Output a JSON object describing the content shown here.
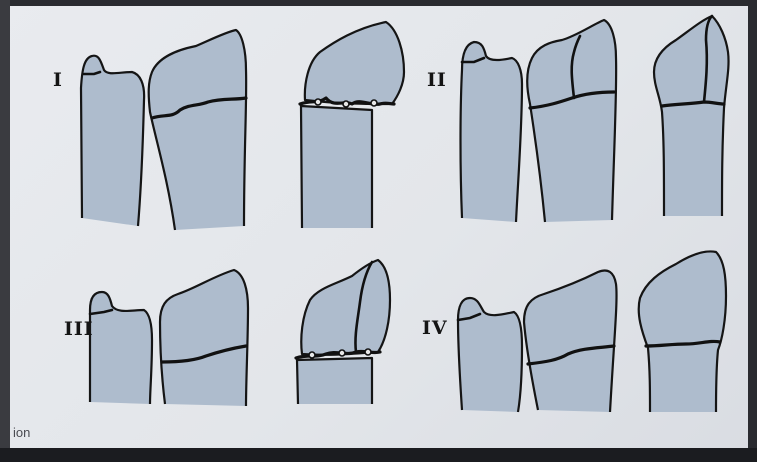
{
  "figure": {
    "labels": {
      "type_1": "I",
      "type_2": "II",
      "type_3": "III",
      "type_4": "IV"
    },
    "caption_fragment": "ion"
  },
  "colors": {
    "bone_fill": "#aebccd",
    "outline": "#151515",
    "page_background": "#e6e8ec"
  }
}
